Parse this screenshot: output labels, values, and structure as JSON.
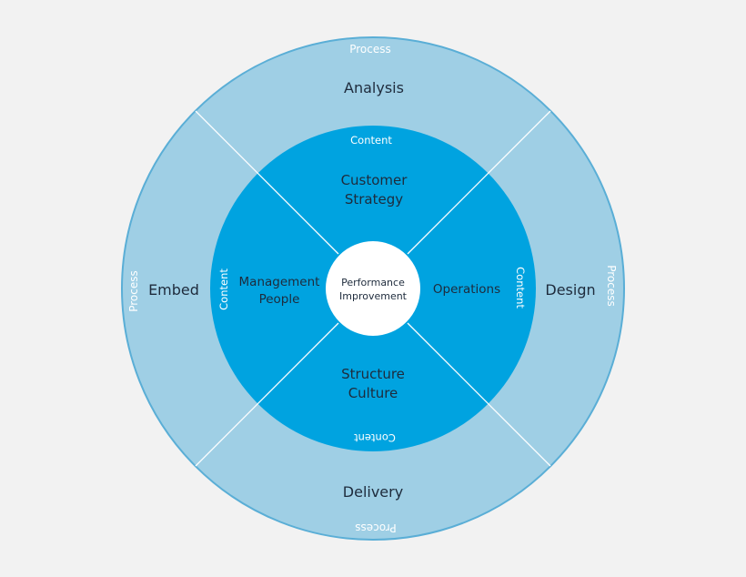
{
  "diagram": {
    "center": {
      "line1": "Performance",
      "line2": "Improvement"
    },
    "outer_ring": {
      "ring_label": "Process",
      "segments": {
        "top": "Analysis",
        "right": "Design",
        "bottom": "Delivery",
        "left": "Embed"
      }
    },
    "inner_ring": {
      "ring_label": "Content",
      "segments": {
        "top": {
          "line1": "Customer",
          "line2": "Strategy"
        },
        "right": "Operations",
        "bottom": {
          "line1": "Structure",
          "line2": "Culture"
        },
        "left": {
          "line1": "Management",
          "line2": "People"
        }
      }
    },
    "colors": {
      "background": "#f2f2f2",
      "outer_ring_fill": "#9fcfe5",
      "outer_ring_border": "#5aaed6",
      "inner_ring_fill": "#00a3e0",
      "center_fill": "#ffffff",
      "divider": "#ffffff",
      "text_dark": "#1e2b3c",
      "text_light": "#ffffff"
    }
  }
}
